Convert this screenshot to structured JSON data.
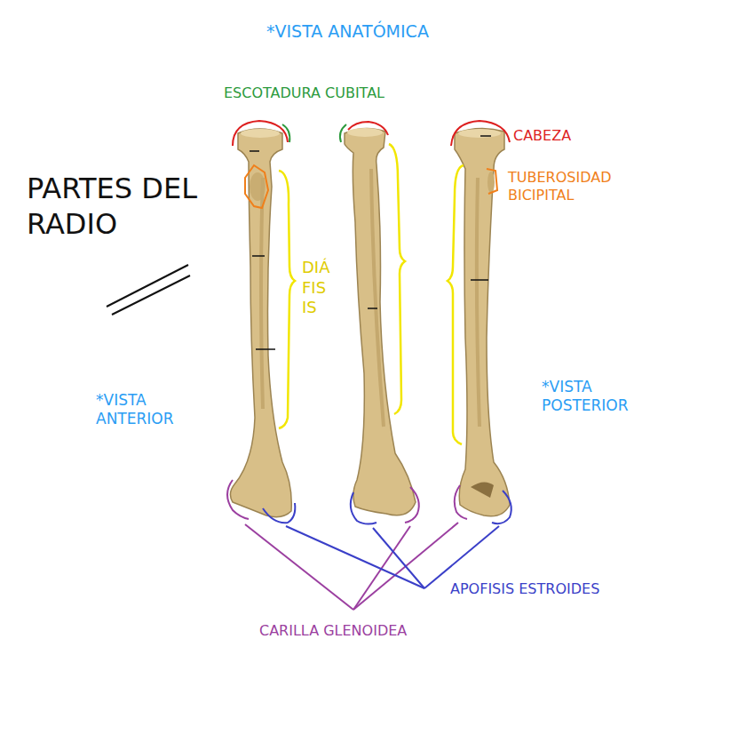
{
  "diagram": {
    "title": "PARTES DEL RADIO",
    "labels": [
      "*VISTA ANATÓMICA",
      "ESCOTADURA CUBITAL",
      "CABEZA",
      "TUBEROSIDAD BICIPITAL",
      "DIÁ FIS IS",
      "*VISTA ANTERIOR",
      "*VISTA POSTERIOR",
      "APOFISIS ESTROIDES",
      "CARILLA GLENOIDEA"
    ]
  }
}
